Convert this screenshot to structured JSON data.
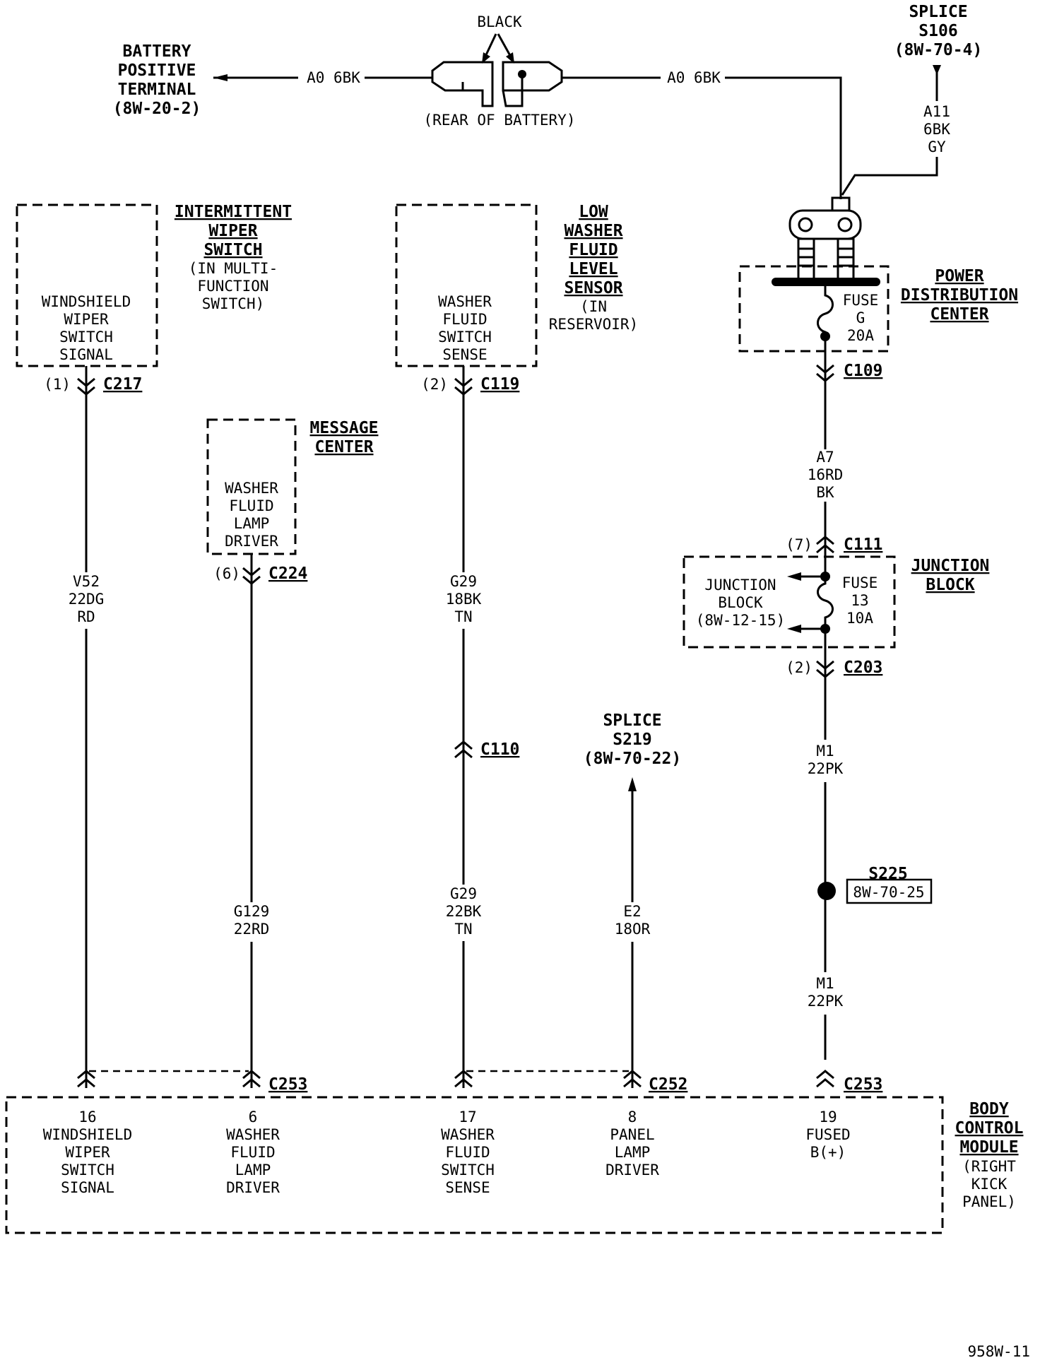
{
  "battery": {
    "label": [
      "BATTERY",
      "POSITIVE",
      "TERMINAL",
      "(8W-20-2)"
    ],
    "connector_color": "BLACK",
    "connector_note": "(REAR OF BATTERY)",
    "wire_left": "A0 6BK",
    "wire_right": "A0 6BK"
  },
  "splice_s106": {
    "label": [
      "SPLICE",
      "S106",
      "(8W-70-4)"
    ],
    "wire": [
      "A11",
      "6BK",
      "GY"
    ]
  },
  "intermittent_wiper_switch": {
    "title": [
      "INTERMITTENT",
      "WIPER",
      "SWITCH"
    ],
    "note": [
      "(IN MULTI-",
      "FUNCTION",
      "SWITCH)"
    ],
    "circuit": [
      "WINDSHIELD",
      "WIPER",
      "SWITCH",
      "SIGNAL"
    ],
    "pin": "(1)",
    "connector": "C217",
    "wire": [
      "V52",
      "22DG",
      "RD"
    ]
  },
  "message_center": {
    "title": [
      "MESSAGE",
      "CENTER"
    ],
    "circuit": [
      "WASHER",
      "FLUID",
      "LAMP",
      "DRIVER"
    ],
    "pin": "(6)",
    "connector": "C224",
    "wire": [
      "G129",
      "22RD"
    ]
  },
  "low_washer_fluid_level_sensor": {
    "title": [
      "LOW",
      "WASHER",
      "FLUID",
      "LEVEL",
      "SENSOR"
    ],
    "note": [
      "(IN",
      "RESERVOIR)"
    ],
    "circuit": [
      "WASHER",
      "FLUID",
      "SWITCH",
      "SENSE"
    ],
    "pin": "(2)",
    "connector": "C119",
    "wire_upper": [
      "G29",
      "18BK",
      "TN"
    ],
    "inline_connector": "C110",
    "wire_lower": [
      "G29",
      "22BK",
      "TN"
    ]
  },
  "splice_s219": {
    "label": [
      "SPLICE",
      "S219",
      "(8W-70-22)"
    ],
    "wire": [
      "E2",
      "18OR"
    ]
  },
  "power_distribution_center": {
    "title": [
      "POWER",
      "DISTRIBUTION",
      "CENTER"
    ],
    "fuse": [
      "FUSE",
      "G",
      "20A"
    ],
    "connector": "C109",
    "wire": [
      "A7",
      "16RD",
      "BK"
    ]
  },
  "junction_block": {
    "title": [
      "JUNCTION",
      "BLOCK"
    ],
    "ref": [
      "JUNCTION",
      "BLOCK",
      "(8W-12-15)"
    ],
    "fuse": [
      "FUSE",
      "13",
      "10A"
    ],
    "pin_in": "(7)",
    "connector_in": "C111",
    "pin_out": "(2)",
    "connector_out": "C203",
    "wire_upper": [
      "M1",
      "22PK"
    ],
    "splice": "S225",
    "splice_ref": "8W-70-25",
    "wire_lower": [
      "M1",
      "22PK"
    ]
  },
  "body_control_module": {
    "title": [
      "BODY",
      "CONTROL",
      "MODULE"
    ],
    "note": [
      "(RIGHT",
      "KICK",
      "PANEL)"
    ],
    "connector_a": "C253",
    "connector_b": "C252",
    "connector_c": "C253",
    "pins": [
      {
        "num": "16",
        "label": [
          "WINDSHIELD",
          "WIPER",
          "SWITCH",
          "SIGNAL"
        ]
      },
      {
        "num": "6",
        "label": [
          "WASHER",
          "FLUID",
          "LAMP",
          "DRIVER"
        ]
      },
      {
        "num": "17",
        "label": [
          "WASHER",
          "FLUID",
          "SWITCH",
          "SENSE"
        ]
      },
      {
        "num": "8",
        "label": [
          "PANEL",
          "LAMP",
          "DRIVER"
        ]
      },
      {
        "num": "19",
        "label": [
          "FUSED",
          "B(+)"
        ]
      }
    ]
  },
  "page_code": "958W-11"
}
